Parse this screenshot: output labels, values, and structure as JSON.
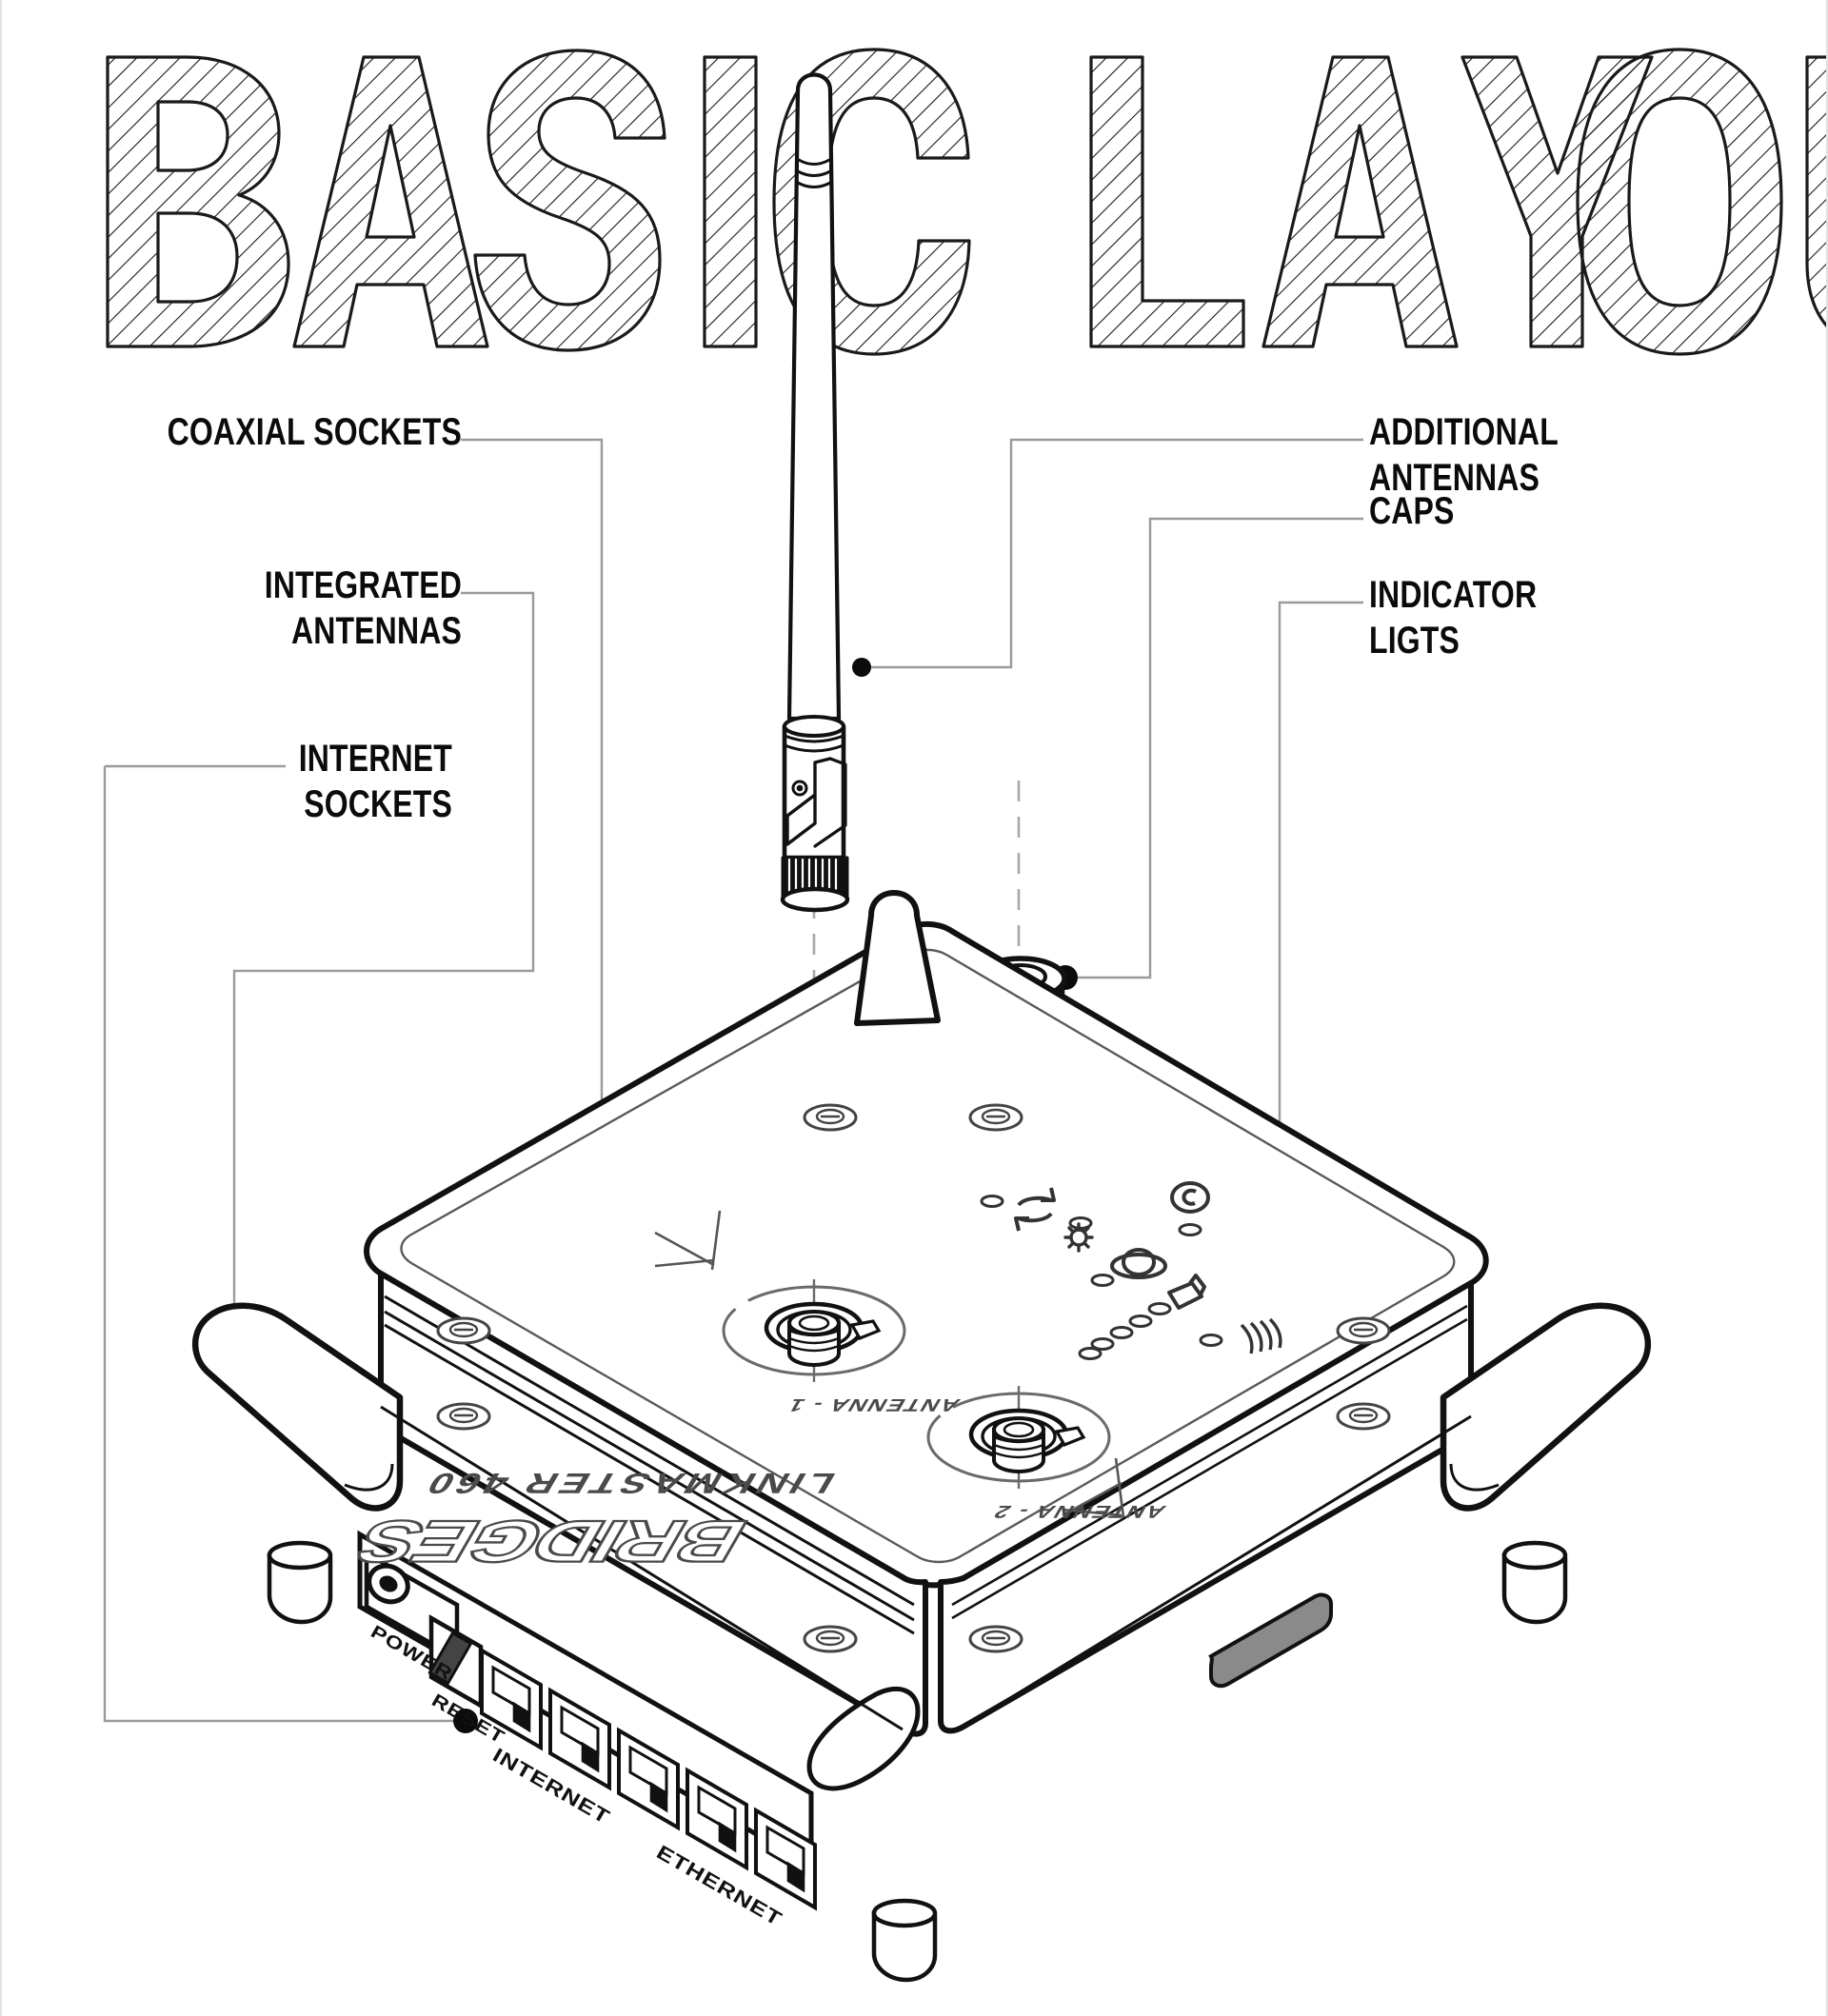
{
  "page": {
    "title": "BASIC LAYOUT",
    "title_words": [
      "BASIC",
      "LAYOUT"
    ],
    "background_color": "#ffffff",
    "ink_color": "#0b0b0b",
    "leader_color": "#9a9a9a"
  },
  "callouts": {
    "coaxial_sockets": "COAXIAL SOCKETS",
    "integrated_antennas": "INTEGRATED ANTENNAS",
    "internet_sockets": "INTERNET\nSOCKETS",
    "additional_antennas": "ADDITIONAL ANTENNAS",
    "caps": "CAPS",
    "indicator_lights": "INDICATOR\nLIGTS"
  },
  "device": {
    "brand": "BRIDGES",
    "model": "LINKMASTER 460",
    "antenna_port_1": "ANTENNA - 1",
    "antenna_port_2": "ANTENNA - 2",
    "ports": {
      "power": "POWER",
      "reset": "RESET",
      "internet": "INTERNET",
      "ethernet": "ETHERNET"
    }
  }
}
